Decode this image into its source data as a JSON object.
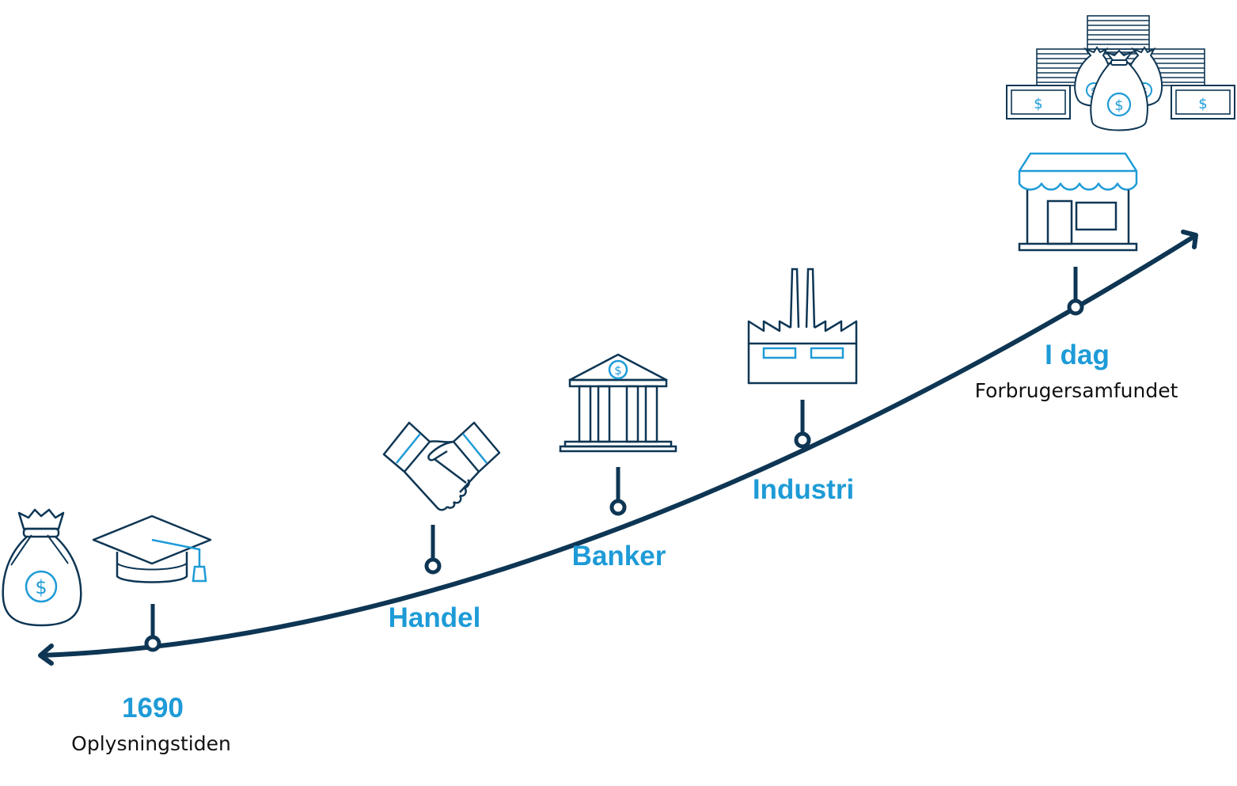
{
  "colors": {
    "navy": "#0e3654",
    "blue": "#1e9bd7",
    "text": "#111111"
  },
  "milestones": [
    {
      "title": "1690",
      "subtitle": "Oplysningstiden",
      "icons": [
        "money-bag-icon",
        "graduation-cap-icon"
      ]
    },
    {
      "title": "Handel",
      "subtitle": "",
      "icons": [
        "handshake-icon"
      ]
    },
    {
      "title": "Banker",
      "subtitle": "",
      "icons": [
        "bank-icon"
      ]
    },
    {
      "title": "Industri",
      "subtitle": "",
      "icons": [
        "factory-icon"
      ]
    },
    {
      "title": "I dag",
      "subtitle": "Forbrugersamfundet",
      "icons": [
        "shop-icon",
        "money-pile-icon"
      ]
    }
  ]
}
